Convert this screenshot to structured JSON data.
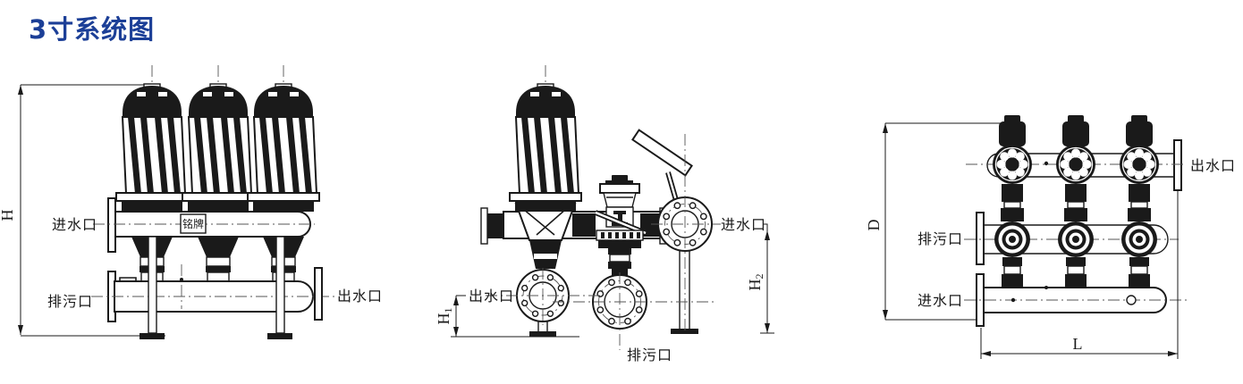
{
  "title": {
    "text": "3寸系统图",
    "color": "#1c3f97"
  },
  "drawing": {
    "ink": "#1a1a1a",
    "background": "#ffffff",
    "front_view": {
      "port_labels": {
        "inlet": "进水口",
        "drain": "排污口",
        "outlet": "出水口"
      },
      "nameplate": "铭牌",
      "dimensions": {
        "overall_height": "H"
      }
    },
    "side_view": {
      "port_labels": {
        "outlet": "出水口",
        "inlet": "进水口",
        "drain": "排污口"
      },
      "dimensions": {
        "outlet_height": {
          "base": "H",
          "sub": "1"
        },
        "inlet_height": {
          "base": "H",
          "sub": "2"
        }
      }
    },
    "top_view": {
      "port_labels": {
        "outlet": "出水口",
        "drain": "排污口",
        "inlet": "进水口"
      },
      "dimensions": {
        "depth": "D",
        "length": "L"
      }
    }
  }
}
